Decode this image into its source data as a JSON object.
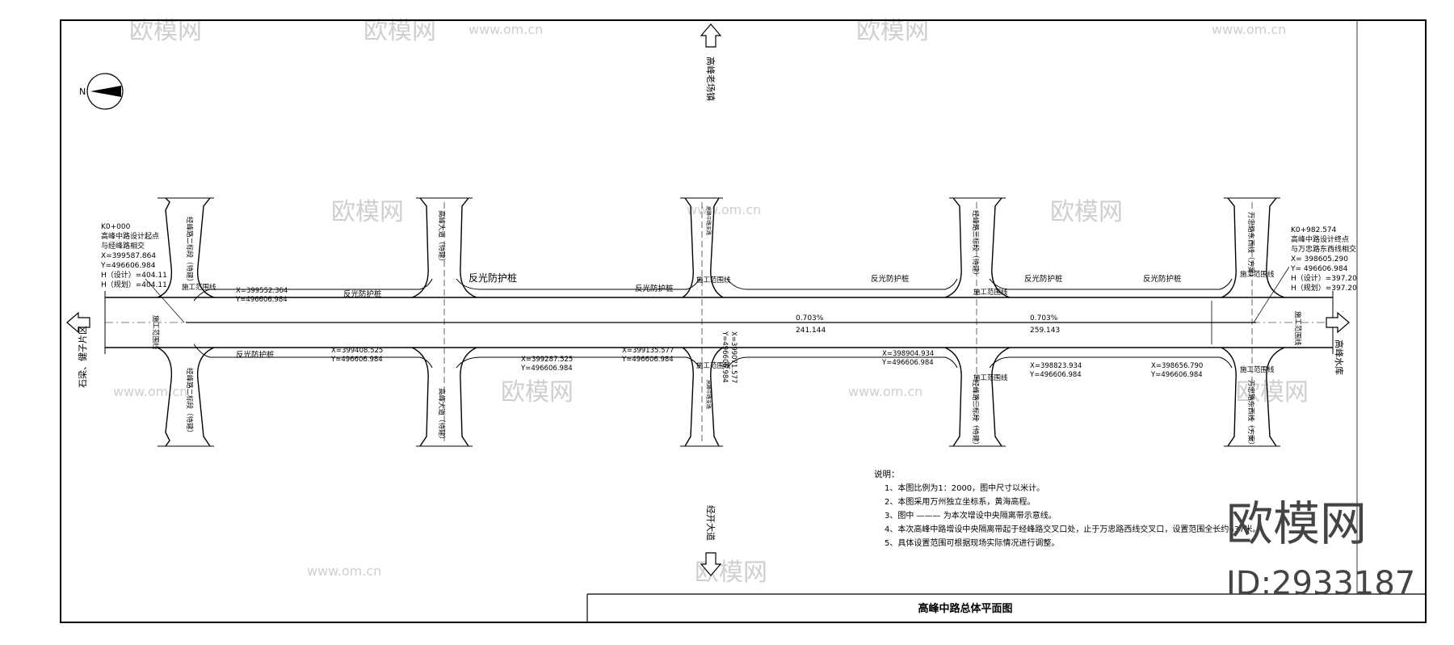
{
  "drawing_title": "高峰中路总体平面图",
  "north_label": "N",
  "directions": {
    "top": "高峰老场镇",
    "left": "石梁、健子片区",
    "right": "高峰水库",
    "bottom": "经开大道"
  },
  "start_point": {
    "lines": [
      "K0+000",
      "高峰中路设计起点",
      "与经峰路相交",
      "X=399587.864",
      "Y=496606.984",
      "H（设计）=404.11",
      "H（规划）=404.11"
    ]
  },
  "end_point": {
    "lines": [
      "K0+982.574",
      "高峰中路设计终点",
      "与万忠路东西线相交",
      "X= 398605.290",
      "Y= 496606.984",
      "H（设计）=397.20",
      "H（规划）=397.20"
    ]
  },
  "coordinates": [
    {
      "x": "X=399552.364",
      "y": "Y=496606.984"
    },
    {
      "x": "X=399408.525",
      "y": "Y=496606.984"
    },
    {
      "x": "X=399287.525",
      "y": "Y=496606.984"
    },
    {
      "x": "X=399135.577",
      "y": "Y=496606.984"
    },
    {
      "x": "X=399071.577",
      "y": "Y=496606.984"
    },
    {
      "x": "X=398904.934",
      "y": "Y=496606.984"
    },
    {
      "x": "X=398823.934",
      "y": "Y=496606.984"
    },
    {
      "x": "X=398656.790",
      "y": "Y=496606.984"
    }
  ],
  "grades": [
    {
      "slope": "0.703%",
      "length": "241.144"
    },
    {
      "slope": "0.703%",
      "length": "259.143"
    }
  ],
  "labels": {
    "construction_line": "施工范围线",
    "reflective_post": "反光防护桩"
  },
  "side_roads": {
    "jingfeng_north": "经峰路二标段（待建）",
    "jingfeng_south": "经峰路二标段（待建）",
    "gaofeng_north": "高峰大道（待建）",
    "gaofeng_south": "高峰大道（待建）",
    "center_north": "高峰中路支路",
    "center_south": "高峰中路支路",
    "sanbiao_north": "经峰路三标段（待建）",
    "sanbiao_south": "经峰路三标段（待建）",
    "wanzhong_north": "万忠路东西线（方案）",
    "wanzhong_south": "万忠路东西线（方案）"
  },
  "notes": {
    "heading": "说明：",
    "items": [
      "1、本图比例为1：2000，图中尺寸以米计。",
      "2、本图采用万州独立坐标系，黄海高程。",
      "3、图中 ——— 为本次增设中央隔离带示意线。",
      "4、本次高峰中路增设中央隔离带起于经峰路交叉口处，止于万忠路西线交叉口，设置范围全长约637米。",
      "5、具体设置范围可根据现场实际情况进行调整。"
    ]
  },
  "watermark": {
    "brand": "欧模网",
    "site": "www.om.cn",
    "id": "ID:2933187"
  }
}
